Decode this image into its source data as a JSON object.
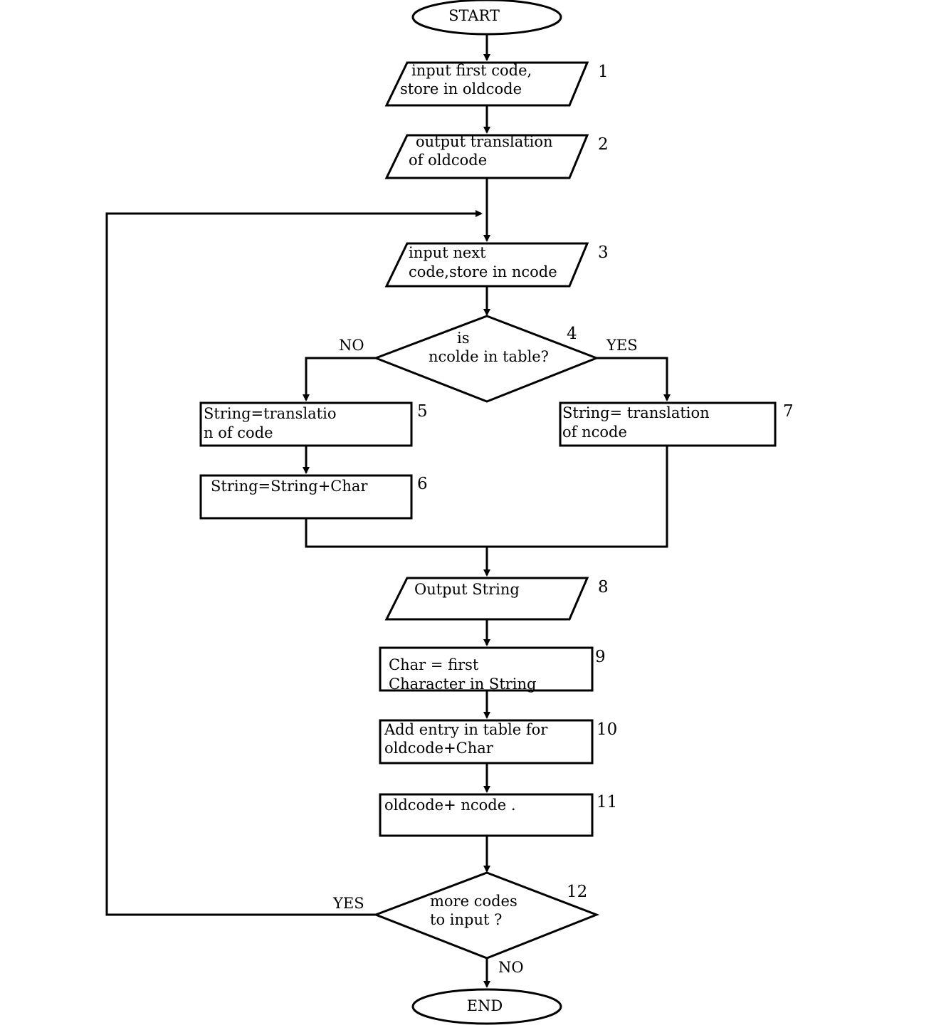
{
  "start": {
    "label": "START"
  },
  "end": {
    "label": "END"
  },
  "steps": [
    {
      "number": "1",
      "lines": [
        "input first code,",
        "store in oldcode"
      ]
    },
    {
      "number": "2",
      "lines": [
        "output translation",
        "of oldcode"
      ]
    },
    {
      "number": "3",
      "lines": [
        "input next",
        "code,store in ncode"
      ]
    },
    {
      "number": "4",
      "lines": [
        "is",
        "ncolde in table?"
      ]
    },
    {
      "number": "5",
      "lines": [
        "String=translatio",
        "n of code"
      ]
    },
    {
      "number": "6",
      "lines": [
        "String=String+Char"
      ]
    },
    {
      "number": "7",
      "lines": [
        "String= translation",
        "of ncode"
      ]
    },
    {
      "number": "8",
      "lines": [
        "Output String"
      ]
    },
    {
      "number": "9",
      "lines": [
        "Char = first",
        "Character in String"
      ]
    },
    {
      "number": "10",
      "lines": [
        "Add entry in table for",
        "oldcode+Char"
      ]
    },
    {
      "number": "11",
      "lines": [
        "oldcode+ ncode ."
      ]
    },
    {
      "number": "12",
      "lines": [
        "more codes",
        "to input ?"
      ]
    }
  ],
  "branch_labels": {
    "step4_no": "NO",
    "step4_yes": "YES",
    "step12_yes": "YES",
    "step12_no": "NO"
  }
}
